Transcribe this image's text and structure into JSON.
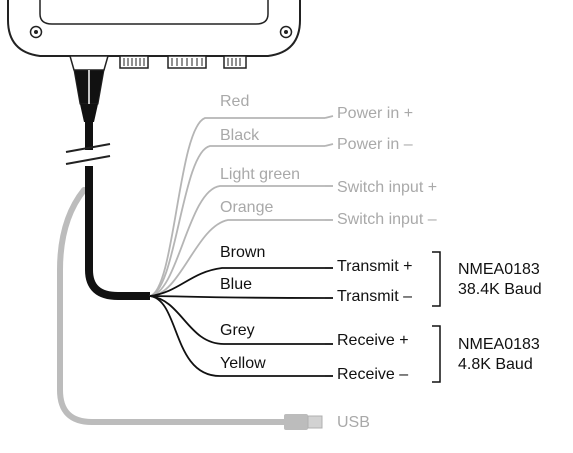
{
  "colors": {
    "active": "#111111",
    "inactive": "#a9a9a9",
    "usb_cable": "#b9b9b9"
  },
  "wires": [
    {
      "color_name": "Red",
      "function": "Power in +",
      "active": false
    },
    {
      "color_name": "Black",
      "function": "Power in –",
      "active": false
    },
    {
      "color_name": "Light green",
      "function": "Switch input +",
      "active": false
    },
    {
      "color_name": "Orange",
      "function": "Switch input –",
      "active": false
    },
    {
      "color_name": "Brown",
      "function": "Transmit +",
      "active": true
    },
    {
      "color_name": "Blue",
      "function": "Transmit –",
      "active": true
    },
    {
      "color_name": "Grey",
      "function": "Receive +",
      "active": true
    },
    {
      "color_name": "Yellow",
      "function": "Receive –",
      "active": true
    }
  ],
  "groups": [
    {
      "line1": "NMEA0183",
      "line2": "38.4K Baud"
    },
    {
      "line1": "NMEA0183",
      "line2": "4.8K Baud"
    }
  ],
  "usb": {
    "label": "USB"
  },
  "icons": [
    "device-housing",
    "cable-connector",
    "usb-plug-icon",
    "cable-break-mark"
  ]
}
